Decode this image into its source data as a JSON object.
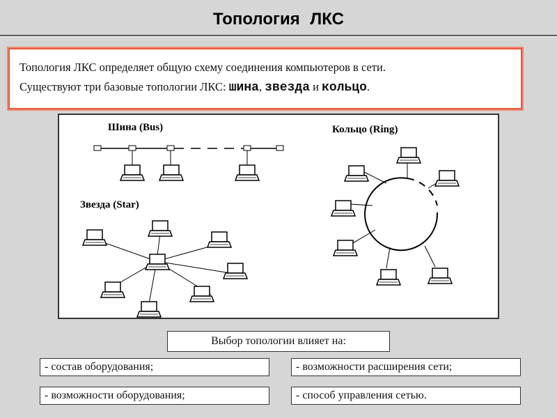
{
  "title": "Топология  ЛКС",
  "intro": {
    "line1": "Топология ЛКС определяет общую схему соединения компьютеров в сети.",
    "line2_prefix": "Существуют три базовые топологии ЛКС: ",
    "bus": "шина",
    "sep1": ", ",
    "star": "звезда",
    "sep2": " и ",
    "ring": "кольцо",
    "end": "."
  },
  "diagram": {
    "bus_label": "Шина (Bus)",
    "ring_label": "Кольцо (Ring)",
    "star_label": "Звезда (Star)"
  },
  "choice_box": "Выбор топологии влияет на:",
  "factors": [
    "- состав оборудования;",
    "- возможности расширения сети;",
    "- возможности оборудования;",
    "- способ управления сетью."
  ]
}
